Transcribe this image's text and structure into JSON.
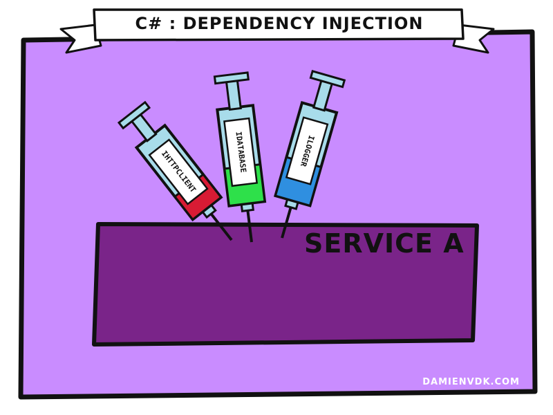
{
  "banner": {
    "title": "C# : DEPENDENCY INJECTION"
  },
  "service": {
    "label": "SERVICE A"
  },
  "credit": "DAMIENVDK.COM",
  "syringes": [
    {
      "label": "IHTTPCLIENT",
      "liquid_color": "#d81b34"
    },
    {
      "label": "IDATABASE",
      "liquid_color": "#2ee04a"
    },
    {
      "label": "ILOGGER",
      "liquid_color": "#2f8fe0"
    }
  ],
  "colors": {
    "panel": "#c98cff",
    "service_box": "#7a2489",
    "glass": "#a8dcea",
    "outline": "#111111"
  }
}
